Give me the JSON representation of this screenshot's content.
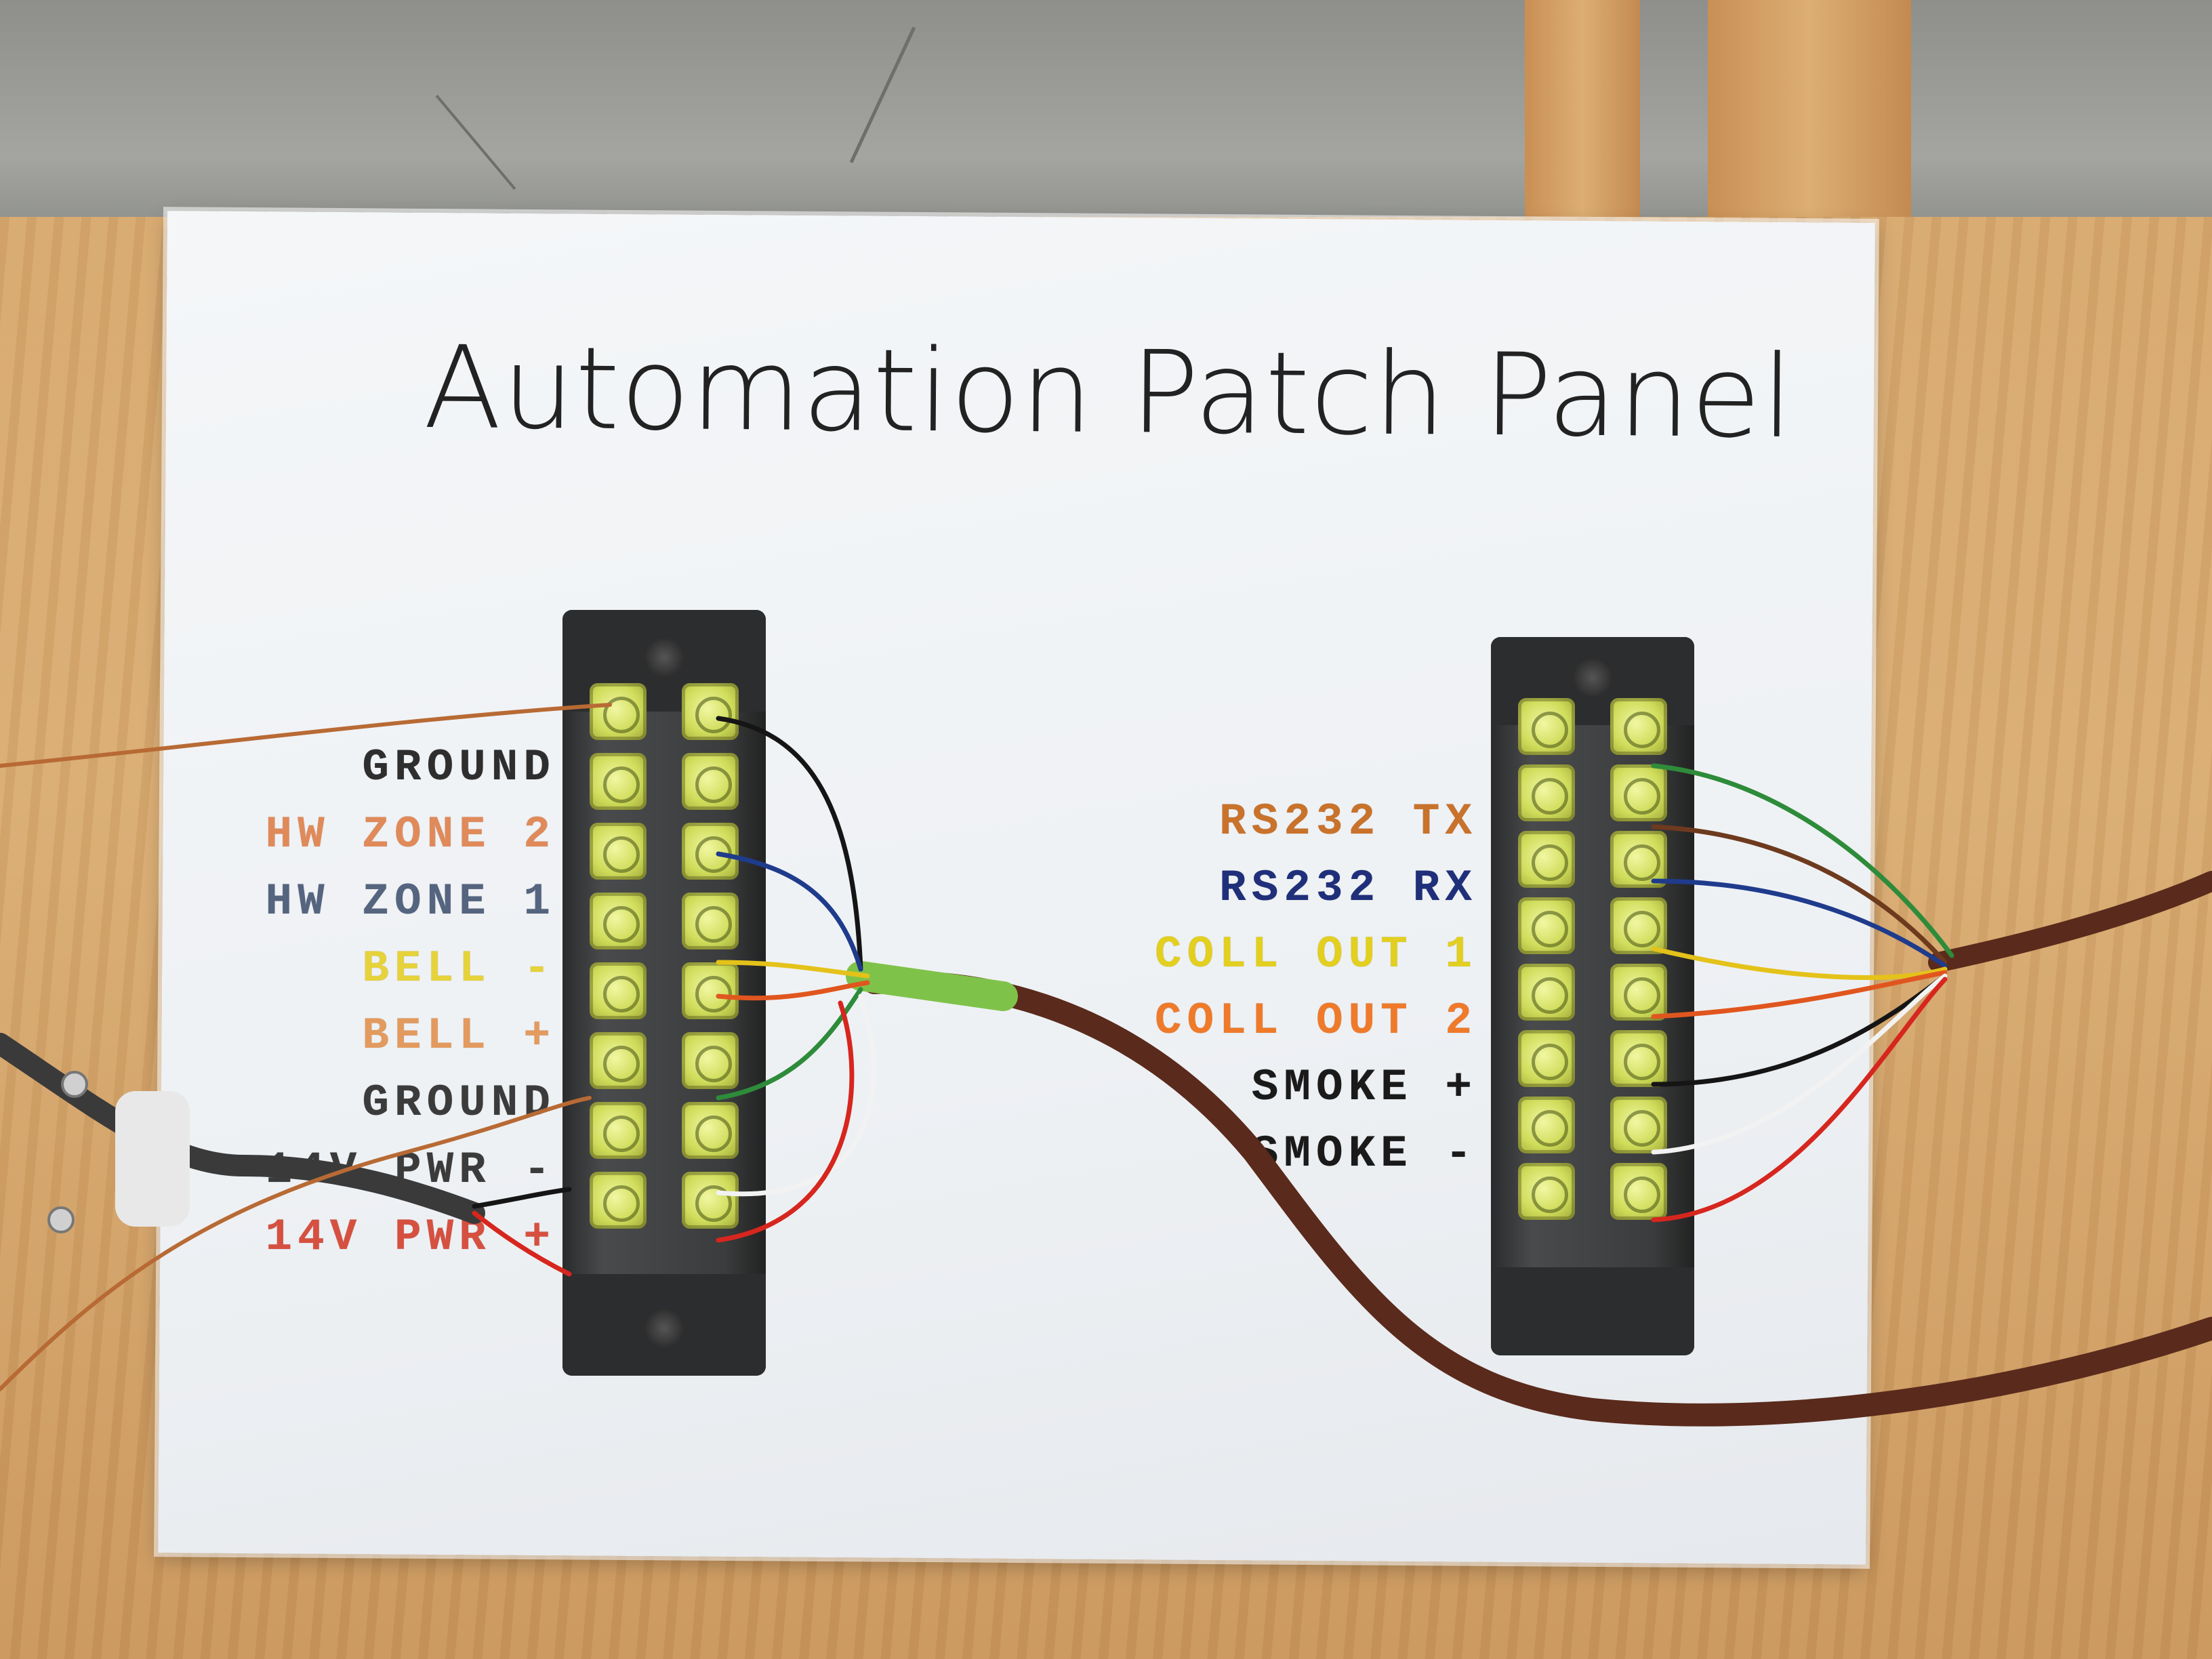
{
  "sheet": {
    "title": "Automation Patch Panel"
  },
  "left_labels": [
    {
      "text": "GROUND",
      "color": "#2e2e2e"
    },
    {
      "text": "HW ZONE 2",
      "color": "#e08a5a"
    },
    {
      "text": "HW ZONE 1",
      "color": "#55647f"
    },
    {
      "text": "BELL -",
      "color": "#e6d23a"
    },
    {
      "text": "BELL +",
      "color": "#e39a5e"
    },
    {
      "text": "GROUND",
      "color": "#3b3b3b"
    },
    {
      "text": "14V PWR -",
      "color": "#3b3b3b"
    },
    {
      "text": "14V PWR +",
      "color": "#d65040"
    }
  ],
  "right_labels": [
    {
      "text": "RS232 TX",
      "color": "#c9722b"
    },
    {
      "text": "RS232 RX",
      "color": "#1f2f7a"
    },
    {
      "text": "COLL OUT 1",
      "color": "#e2cf1f"
    },
    {
      "text": "COLL OUT 2",
      "color": "#ef7a2a"
    },
    {
      "text": "SMOKE +",
      "color": "#1a1a1a"
    },
    {
      "text": "SMOKE -",
      "color": "#1a1a1a"
    }
  ],
  "wire_colors": {
    "copper": "#b86a34",
    "brown_cable": "#5a2a1c",
    "green": "#2e8b3a",
    "brown": "#6e3a1e",
    "blue": "#1f3b8c",
    "yellow": "#e4c21a",
    "orange": "#e0561e",
    "white": "#f2f2f2",
    "black": "#151515",
    "red": "#d6261e",
    "tape": "#7fc24a"
  }
}
